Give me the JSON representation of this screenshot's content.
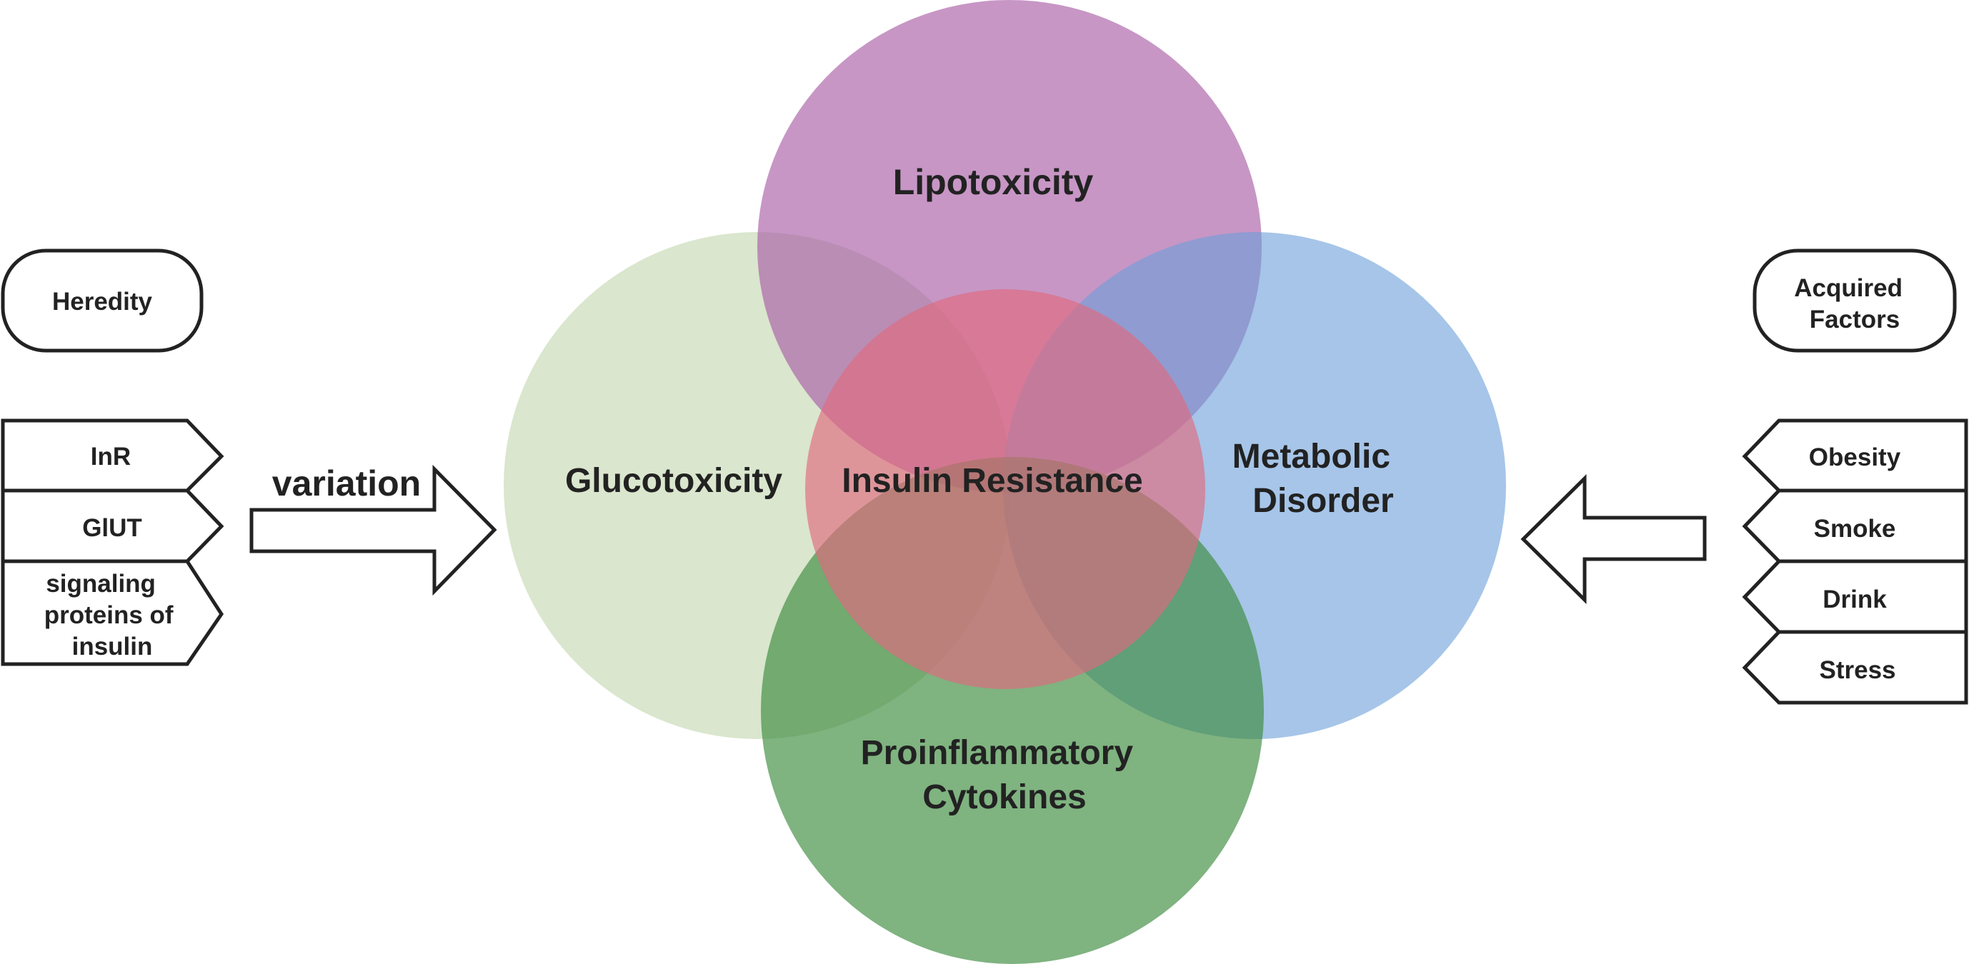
{
  "colors": {
    "lipotoxicity": "#a95ea6",
    "glucotoxicity": "#c2d5ab",
    "metabolic": "#6b9fd8",
    "proinflammatory": "#3a8a3c",
    "insulin": "#e06a7e",
    "outline": "#222222",
    "text": "#222222"
  },
  "circles": {
    "lipotoxicity": "Lipotoxicity",
    "glucotoxicity": "Glucotoxicity",
    "insulin_resistance": "Insulin Resistance",
    "metabolic_line1": "Metabolic",
    "metabolic_line2": "Disorder",
    "proinflammatory_line1": "Proinflammatory",
    "proinflammatory_line2": "Cytokines"
  },
  "left": {
    "heading": "Heredity",
    "items": [
      "InR",
      "GlUT"
    ],
    "signaling_lines": [
      "signaling",
      "proteins of",
      "insulin"
    ],
    "arrow_label": "variation"
  },
  "right": {
    "heading_line1": "Acquired",
    "heading_line2": "Factors",
    "items": [
      "Obesity",
      "Smoke",
      "Drink",
      "Stress"
    ]
  }
}
